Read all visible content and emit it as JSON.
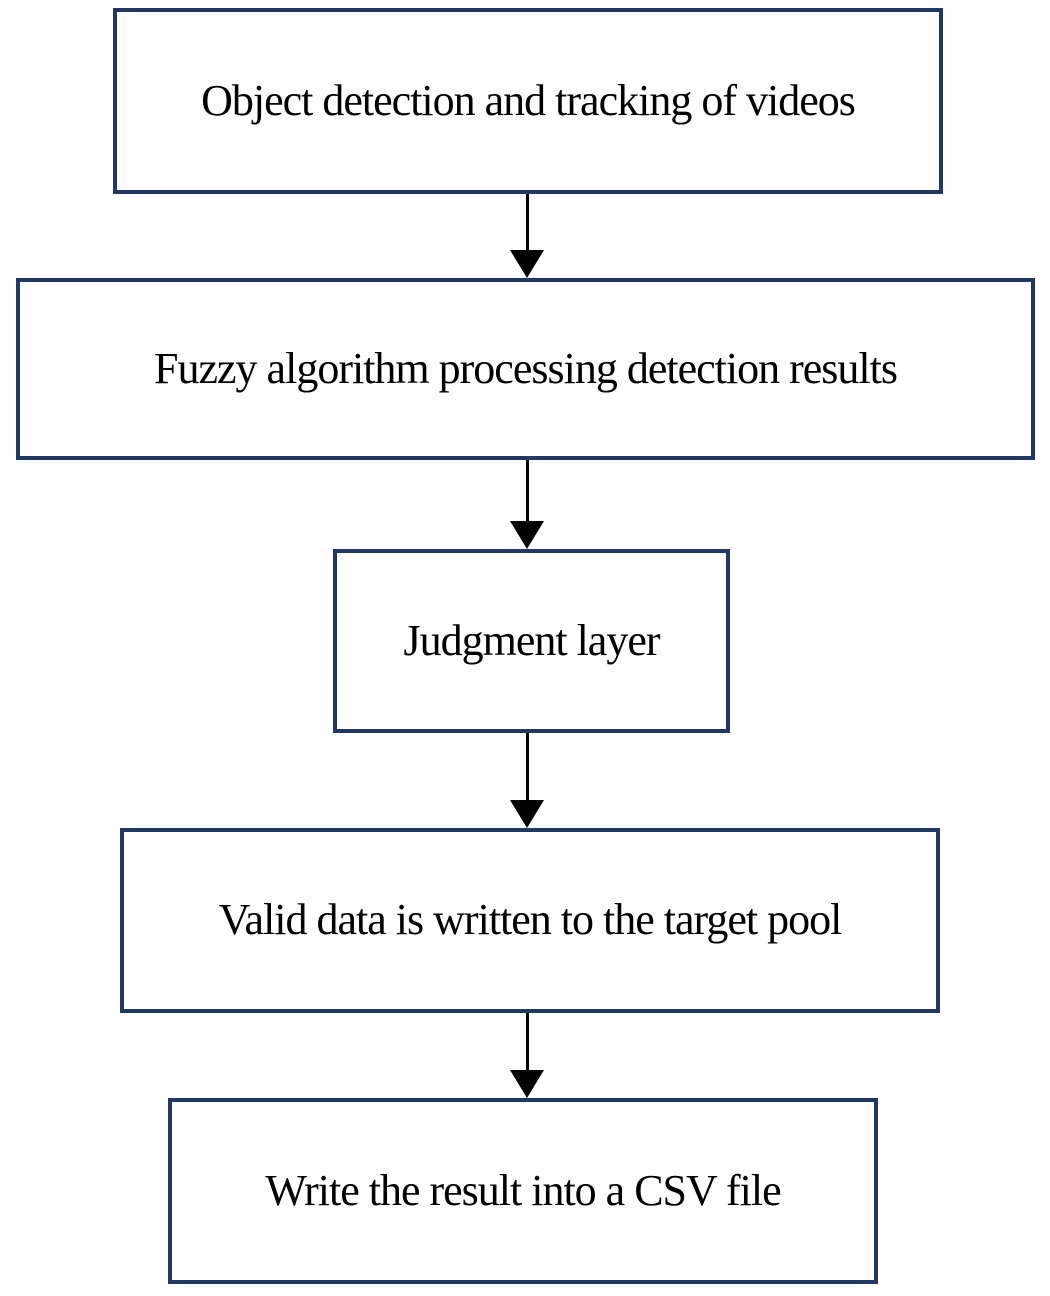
{
  "diagram": {
    "type": "flowchart",
    "direction": "top-down",
    "nodes": [
      {
        "id": "n1",
        "label": "Object detection and tracking of videos"
      },
      {
        "id": "n2",
        "label": "Fuzzy algorithm processing detection results"
      },
      {
        "id": "n3",
        "label": "Judgment layer"
      },
      {
        "id": "n4",
        "label": "Valid data is written to the target pool"
      },
      {
        "id": "n5",
        "label": "Write the result into a CSV file"
      }
    ],
    "edges": [
      {
        "from": "n1",
        "to": "n2"
      },
      {
        "from": "n2",
        "to": "n3"
      },
      {
        "from": "n3",
        "to": "n4"
      },
      {
        "from": "n4",
        "to": "n5"
      }
    ],
    "colors": {
      "box_border": "#1f3864",
      "box_fill": "#ffffff",
      "arrow": "#000000",
      "text": "#000000"
    }
  }
}
